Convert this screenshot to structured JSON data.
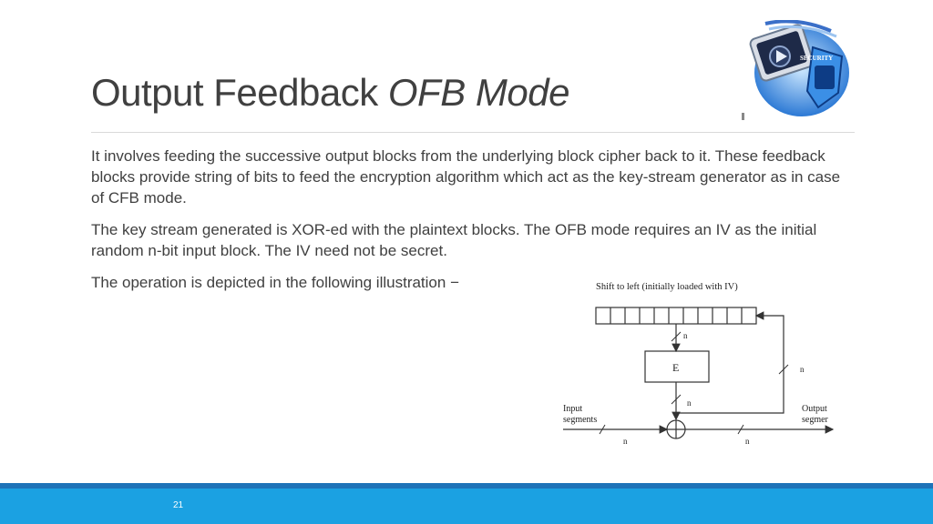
{
  "title": {
    "main": "Output Feedback ",
    "italic": "OFB Mode"
  },
  "paragraphs": [
    "It involves feeding the successive output blocks from the underlying block cipher back to it. These feedback blocks provide string of bits to feed the encryption algorithm which act as the key-stream generator as in case of CFB mode.",
    "The key stream generated is XOR-ed with the plaintext blocks. The OFB mode requires an IV as the initial random n-bit input block. The IV need not be secret.",
    "The operation is depicted in the following illustration −"
  ],
  "diagram": {
    "register_label": "Shift to left (initially loaded with IV)",
    "block_label": "E",
    "n_label": "n",
    "input_label_1": "Input",
    "input_label_2": "segments",
    "output_label_1": "Output",
    "output_label_2": "segmer"
  },
  "logo": {
    "icon": "security-monitor-shield-icon",
    "text": "SECURITY"
  },
  "footer": {
    "page_number": "21"
  },
  "colors": {
    "footer_bar": "#1ba1e2",
    "footer_line": "#1e73b8",
    "text": "#404040"
  }
}
